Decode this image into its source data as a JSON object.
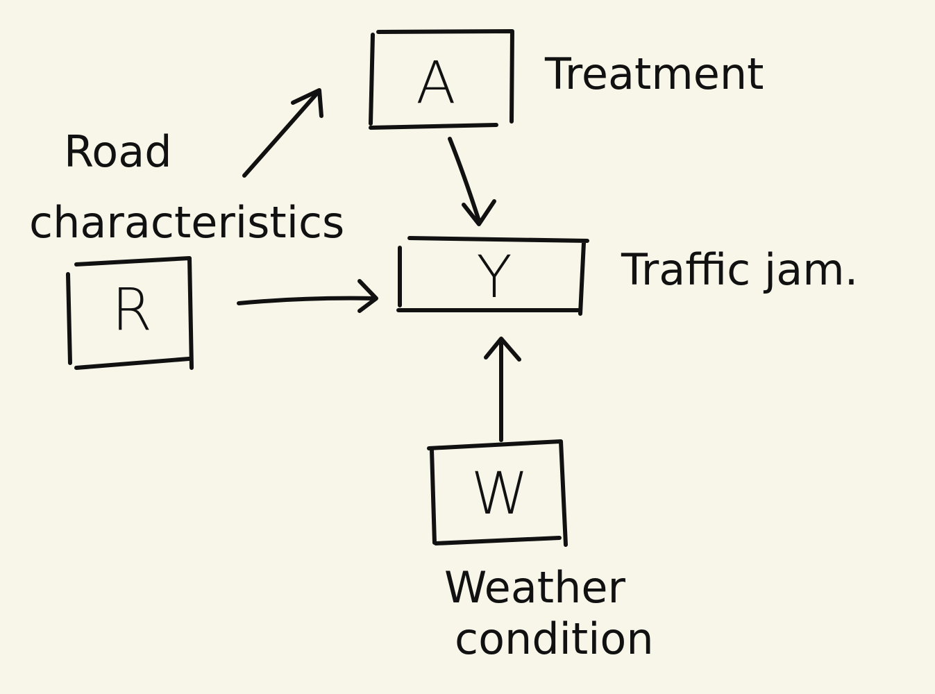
{
  "background_color": "#f8f5e9",
  "ink_color": "#111111",
  "nodes": {
    "A": {
      "letter": "A",
      "label": "Treatment"
    },
    "Y": {
      "letter": "Y",
      "label": "Traffic jam."
    },
    "R": {
      "letter": "R",
      "label_line1": "Road",
      "label_line2": "characteristics"
    },
    "W": {
      "letter": "W",
      "label_line1": "Weather",
      "label_line2": "condition"
    }
  },
  "edges": [
    {
      "from": "A",
      "to": "Y"
    },
    {
      "from": "R",
      "to": "Y"
    },
    {
      "from": "R",
      "to": "A"
    },
    {
      "from": "W",
      "to": "Y"
    }
  ]
}
